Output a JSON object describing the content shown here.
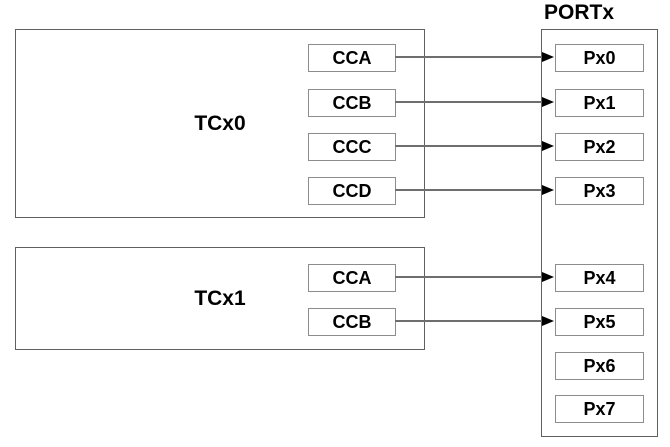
{
  "port": {
    "title": "PORTx",
    "pins": [
      "Px0",
      "Px1",
      "Px2",
      "Px3",
      "Px4",
      "Px5",
      "Px6",
      "Px7"
    ]
  },
  "timers": [
    {
      "name": "TCx0",
      "channels": [
        "CCA",
        "CCB",
        "CCC",
        "CCD"
      ]
    },
    {
      "name": "TCx1",
      "channels": [
        "CCA",
        "CCB"
      ]
    }
  ],
  "connections": [
    {
      "from": "TCx0.CCA",
      "to": "Px0"
    },
    {
      "from": "TCx0.CCB",
      "to": "Px1"
    },
    {
      "from": "TCx0.CCC",
      "to": "Px2"
    },
    {
      "from": "TCx0.CCD",
      "to": "Px3"
    },
    {
      "from": "TCx1.CCA",
      "to": "Px4"
    },
    {
      "from": "TCx1.CCB",
      "to": "Px5"
    }
  ],
  "colors": {
    "background": "#ffffff",
    "outer_border": "#606060",
    "inner_border": "#8c8c8c",
    "line": "#6e6e6e",
    "arrow": "#000000",
    "text": "#000000"
  }
}
